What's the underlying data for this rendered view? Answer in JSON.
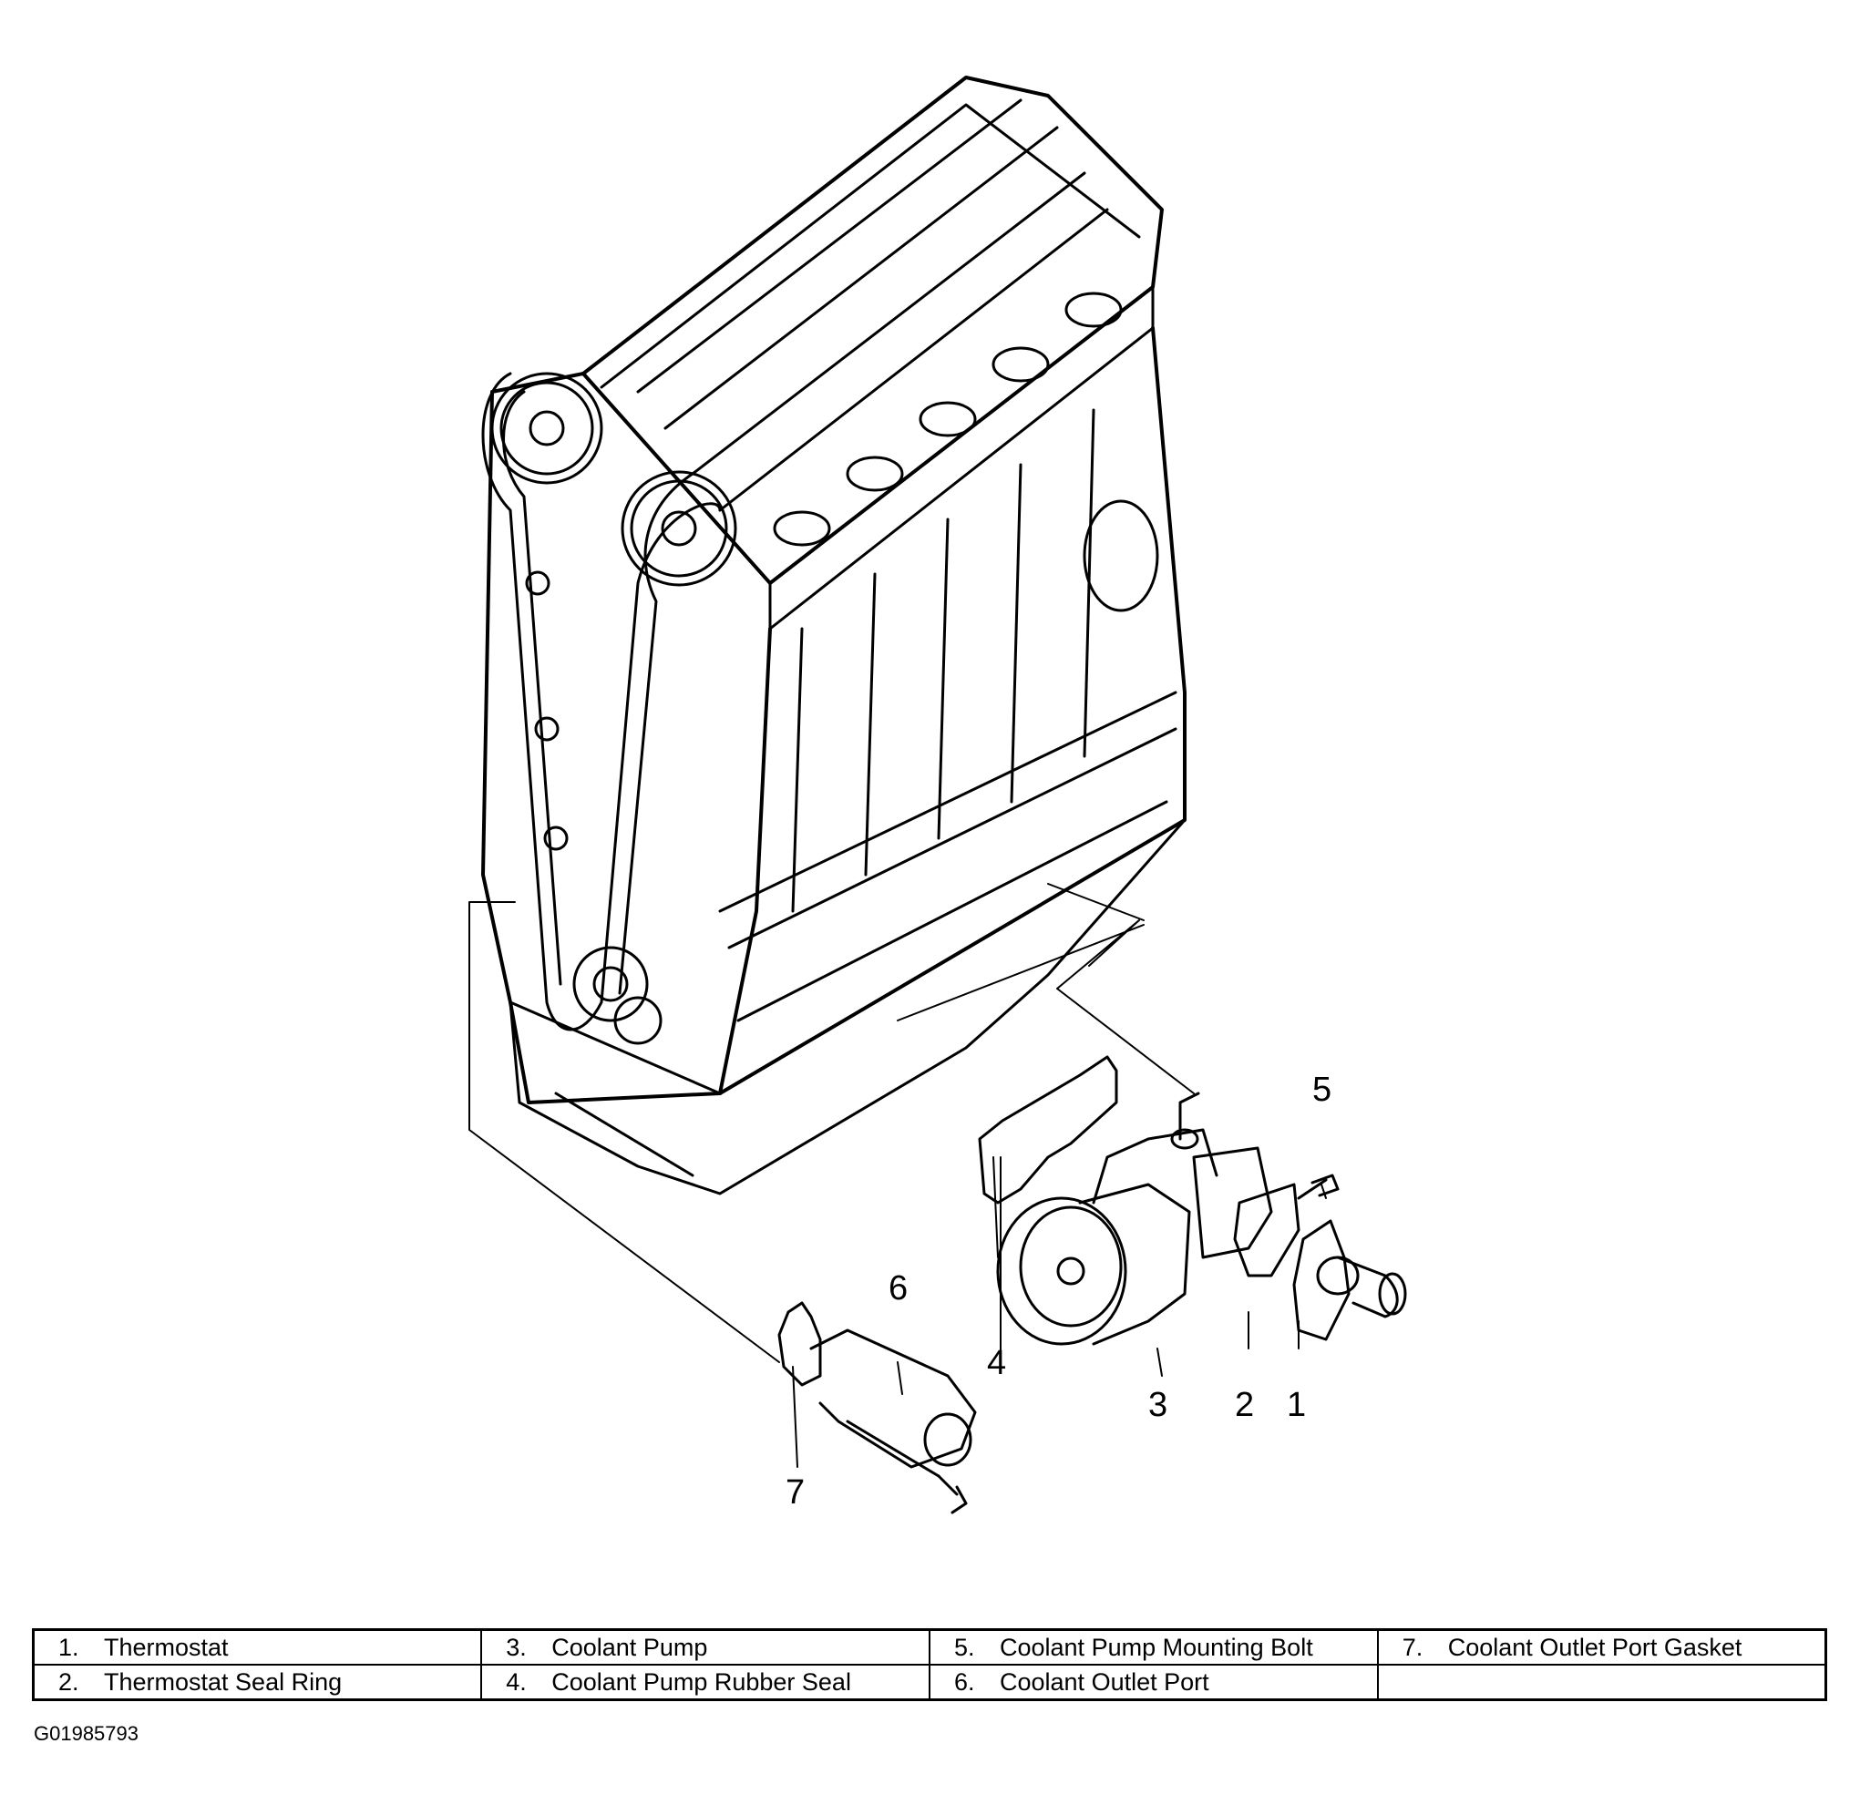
{
  "callouts": [
    "1",
    "2",
    "3",
    "4",
    "5",
    "6",
    "7"
  ],
  "legend": {
    "rows": [
      [
        {
          "num": "1.",
          "label": "Thermostat"
        },
        {
          "num": "3.",
          "label": "Coolant Pump"
        },
        {
          "num": "5.",
          "label": "Coolant Pump Mounting Bolt"
        },
        {
          "num": "7.",
          "label": "Coolant Outlet Port Gasket"
        }
      ],
      [
        {
          "num": "2.",
          "label": "Thermostat Seal Ring"
        },
        {
          "num": "4.",
          "label": "Coolant Pump Rubber Seal"
        },
        {
          "num": "6.",
          "label": "Coolant Outlet Port"
        },
        {
          "num": "",
          "label": ""
        }
      ]
    ]
  },
  "figure_id": "G01985793"
}
